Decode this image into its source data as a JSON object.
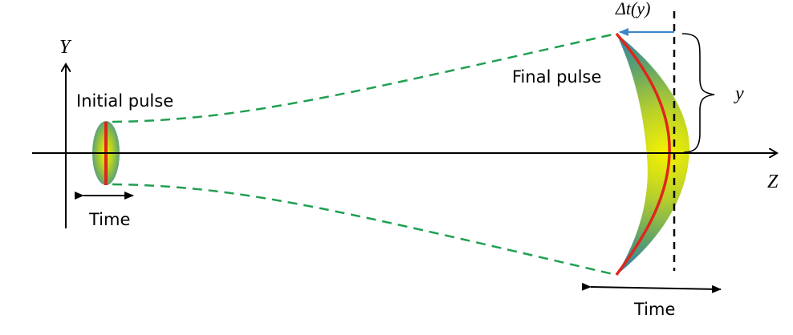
{
  "diagram": {
    "axes": {
      "y_label": "Y",
      "z_label": "Z"
    },
    "initial_pulse": {
      "label": "Initial pulse",
      "time_label": "Time"
    },
    "final_pulse": {
      "label": "Final pulse",
      "time_label": "Time",
      "delay_label": "Δt(y)",
      "height_label": "y"
    },
    "colors": {
      "pulse_edge": "#2a7fb0",
      "pulse_center": "#f4f000",
      "pulse_mid": "#8cbf3a",
      "wavefront": "#e0261b",
      "envelope_dashed": "#1fa050",
      "delay_arrow": "#3b86c8",
      "axis": "#000000"
    }
  }
}
